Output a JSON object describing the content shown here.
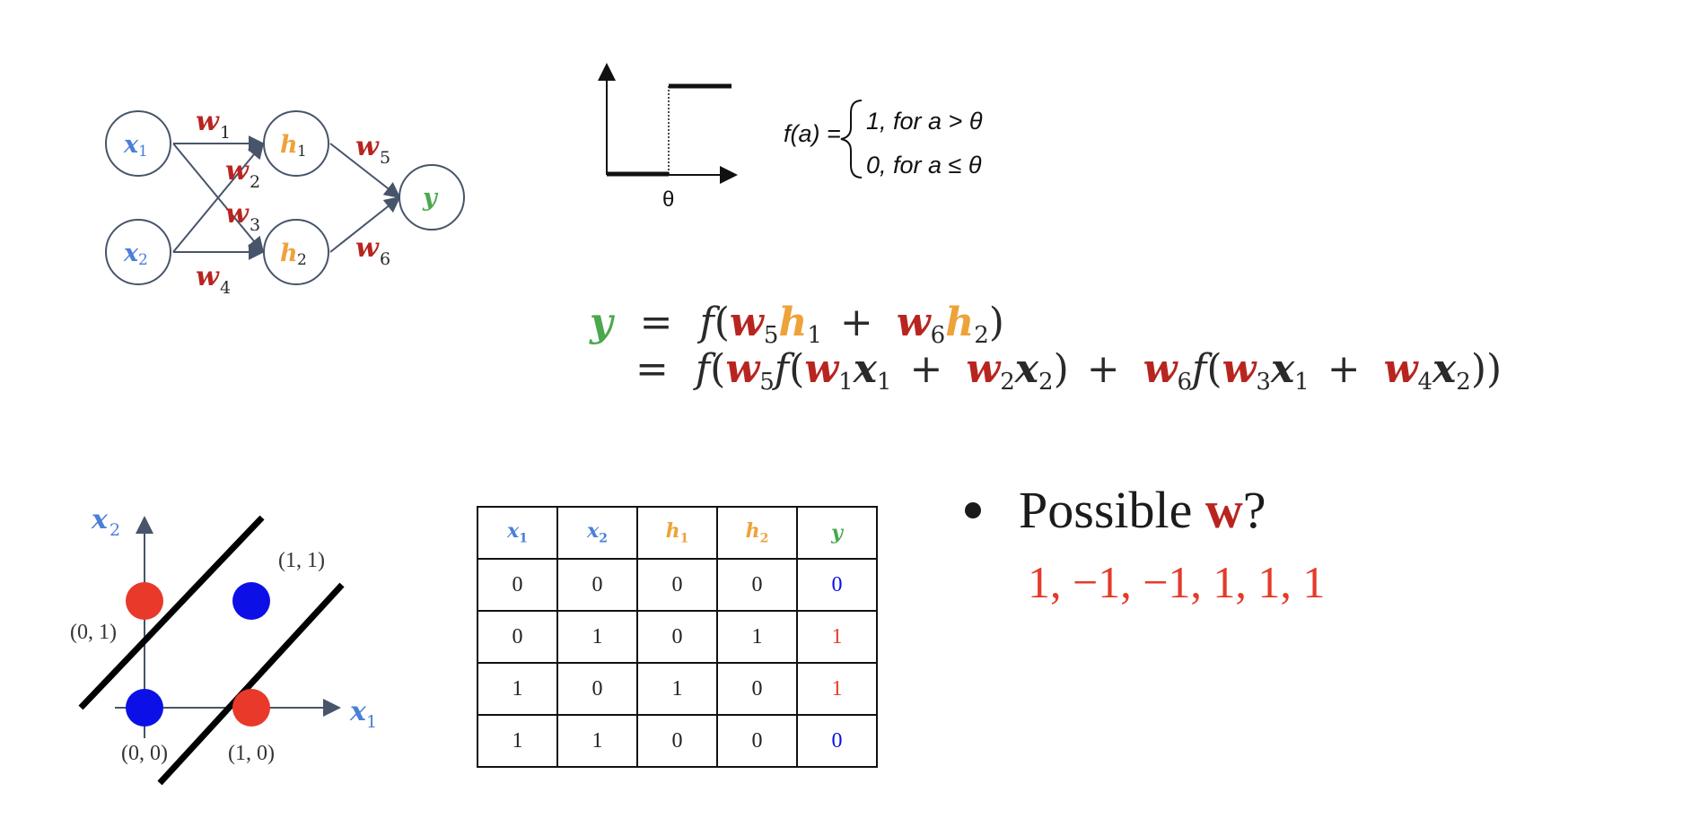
{
  "colors": {
    "x": "#4a7fd8",
    "h": "#eea23a",
    "y": "#4aa84e",
    "w": "#b82520",
    "ink": "#2a2a2a",
    "dot_red": "#e8392a",
    "dot_blue": "#0c10e6",
    "answer_red": "#e53a2b"
  },
  "network": {
    "input_nodes": [
      {
        "sym": "x",
        "sub": "1"
      },
      {
        "sym": "x",
        "sub": "2"
      }
    ],
    "hidden_nodes": [
      {
        "sym": "h",
        "sub": "1"
      },
      {
        "sym": "h",
        "sub": "2"
      }
    ],
    "output_node": {
      "sym": "y"
    },
    "weights": [
      {
        "sym": "w",
        "sub": "1"
      },
      {
        "sym": "w",
        "sub": "2"
      },
      {
        "sym": "w",
        "sub": "3"
      },
      {
        "sym": "w",
        "sub": "4"
      },
      {
        "sym": "w",
        "sub": "5"
      },
      {
        "sym": "w",
        "sub": "6"
      }
    ]
  },
  "step_function": {
    "threshold_label": "θ",
    "definition_lhs": "f(a) =",
    "case_1": "1, for a  > θ",
    "case_2": "0, for a ≤ θ"
  },
  "equation": {
    "line1": [
      "y",
      "=",
      "f",
      "(",
      "w",
      "5",
      "h",
      "1",
      "+",
      "w",
      "6",
      "h",
      "2",
      ")"
    ],
    "eq_sign": "=",
    "f": "f",
    "plus": "+"
  },
  "plot": {
    "x_axis_label": {
      "sym": "x",
      "sub": "1"
    },
    "y_axis_label": {
      "sym": "x",
      "sub": "2"
    },
    "points": [
      {
        "label": "(0, 0)",
        "x": 0,
        "y": 0,
        "class": "blue"
      },
      {
        "label": "(1, 0)",
        "x": 1,
        "y": 0,
        "class": "red"
      },
      {
        "label": "(0, 1)",
        "x": 0,
        "y": 1,
        "class": "red"
      },
      {
        "label": "(1, 1)",
        "x": 1,
        "y": 1,
        "class": "blue"
      }
    ]
  },
  "truth_table": {
    "headers": [
      {
        "sym": "x",
        "sub": "1",
        "color": "x"
      },
      {
        "sym": "x",
        "sub": "2",
        "color": "x"
      },
      {
        "sym": "h",
        "sub": "1",
        "color": "h"
      },
      {
        "sym": "h",
        "sub": "2",
        "color": "h"
      },
      {
        "sym": "y",
        "sub": "",
        "color": "y"
      }
    ],
    "rows": [
      [
        "0",
        "0",
        "0",
        "0",
        "0"
      ],
      [
        "0",
        "1",
        "0",
        "1",
        "1"
      ],
      [
        "1",
        "0",
        "1",
        "0",
        "1"
      ],
      [
        "1",
        "1",
        "0",
        "0",
        "0"
      ]
    ],
    "y_colors": [
      "#0c10e6",
      "#e53a2b",
      "#e53a2b",
      "#0c10e6"
    ]
  },
  "question": {
    "text_before": "Possible ",
    "bold_symbol": "w",
    "text_after": "?",
    "answer": "1, −1, −1, 1, 1, 1"
  }
}
